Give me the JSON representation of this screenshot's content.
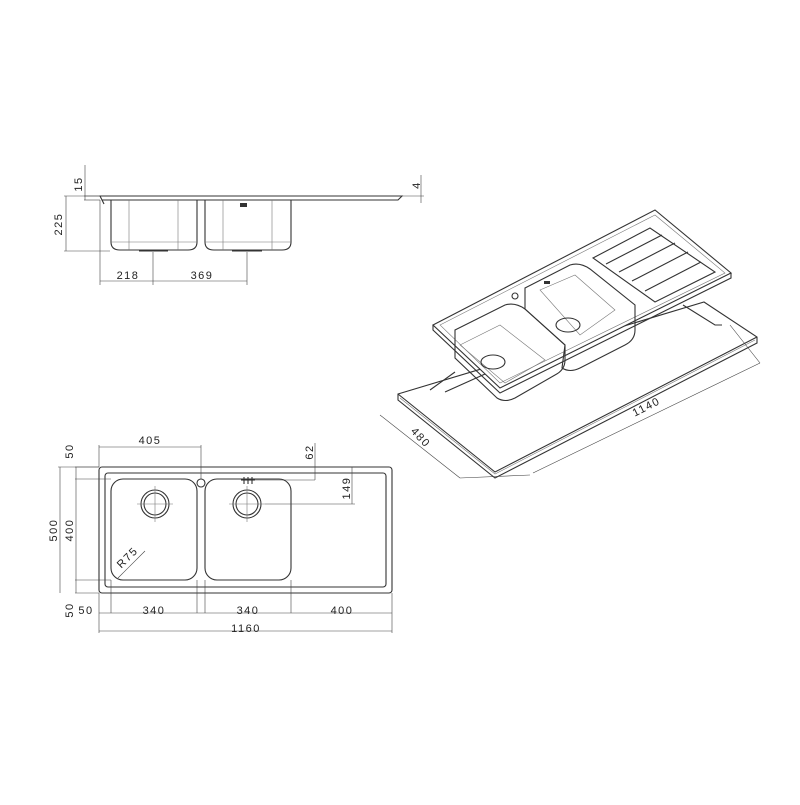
{
  "drawing": {
    "subject": "Double bowl inset kitchen sink with drainer",
    "views": {
      "side_view": {
        "dimensions": {
          "flange_thickness": "15",
          "bowl_depth": "225",
          "rim_height": "4",
          "drain1_offset": "218",
          "drain_spacing": "369"
        }
      },
      "plan_view": {
        "dimensions": {
          "top_margin": "50",
          "tap_hole_offset": "405",
          "overflow_offset": "62",
          "drain_offset_y": "149",
          "overall_depth": "500",
          "bowl_depth": "400",
          "bottom_margin": "50",
          "left_margin": "50",
          "bowl1_width": "340",
          "bowl2_width": "340",
          "drainer_width": "400",
          "overall_width": "1160",
          "corner_radius": "R75"
        }
      },
      "iso_view": {
        "dimensions": {
          "cutout_depth": "480",
          "cutout_width": "1140"
        }
      }
    }
  }
}
